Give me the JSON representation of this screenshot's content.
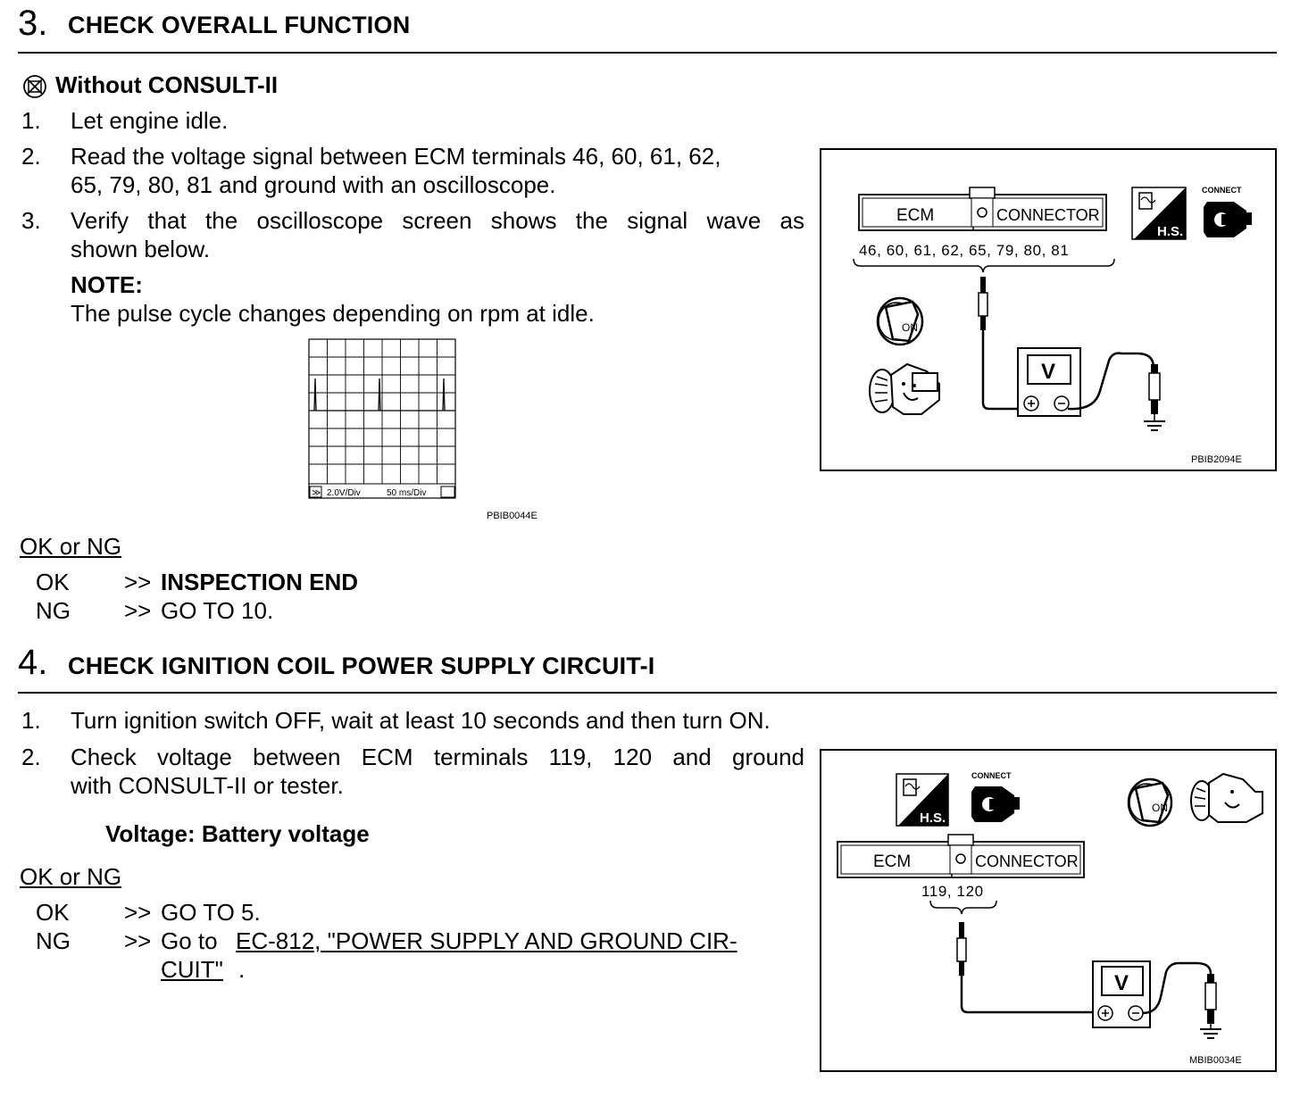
{
  "step3": {
    "number": "3.",
    "title": "CHECK OVERALL FUNCTION",
    "mode_heading": "Without CONSULT-II",
    "items": [
      {
        "num": "1.",
        "lines": [
          "Let engine idle."
        ]
      },
      {
        "num": "2.",
        "lines": [
          "Read the voltage signal between ECM terminals 46, 60, 61, 62,",
          "65, 79, 80, 81 and ground with an oscilloscope."
        ]
      },
      {
        "num": "3.",
        "lines": [
          "Verify that the oscilloscope screen shows the signal wave as",
          "shown below."
        ]
      }
    ],
    "note_label": "NOTE:",
    "note_text": "The pulse cycle changes depending on rpm at idle.",
    "scope": {
      "scale_marker": "≫",
      "volt_div": "2.0V/Div",
      "time_div": "50 ms/Div",
      "figure_code": "PBIB0044E"
    },
    "diagram": {
      "ecm_label": "ECM",
      "connector_label": "CONNECTOR",
      "terminals": "46, 60, 61, 62, 65, 79, 80, 81",
      "hs_label": "H.S.",
      "connect_label": "CONNECT",
      "on_label": "ON",
      "meter_label": "V",
      "figure_code": "PBIB2094E"
    },
    "result_heading": "OK or NG",
    "results": [
      {
        "status": "OK",
        "arrow": ">>",
        "action": "INSPECTION END"
      },
      {
        "status": "NG",
        "arrow": ">>",
        "action": "GO TO 10."
      }
    ]
  },
  "step4": {
    "number": "4.",
    "title": "CHECK IGNITION COIL POWER SUPPLY CIRCUIT-I",
    "items": [
      {
        "num": "1.",
        "lines": [
          "Turn ignition switch OFF, wait at least 10 seconds and then turn ON."
        ]
      },
      {
        "num": "2.",
        "lines": [
          "Check voltage between ECM terminals 119, 120 and ground",
          "with CONSULT-II or tester."
        ]
      }
    ],
    "spec": "Voltage: Battery voltage",
    "diagram": {
      "ecm_label": "ECM",
      "connector_label": "CONNECTOR",
      "terminals": "119, 120",
      "hs_label": "H.S.",
      "connect_label": "CONNECT",
      "on_label": "ON",
      "meter_label": "V",
      "figure_code": "MBIB0034E"
    },
    "result_heading": "OK or NG",
    "results": [
      {
        "status": "OK",
        "arrow": ">>",
        "action": "GO TO 5."
      },
      {
        "status": "NG",
        "arrow": ">>",
        "action_prefix": "Go to",
        "link_line1": "EC-812, \"POWER SUPPLY AND GROUND CIR-",
        "link_line2": "CUIT\"",
        "suffix": "."
      }
    ]
  }
}
